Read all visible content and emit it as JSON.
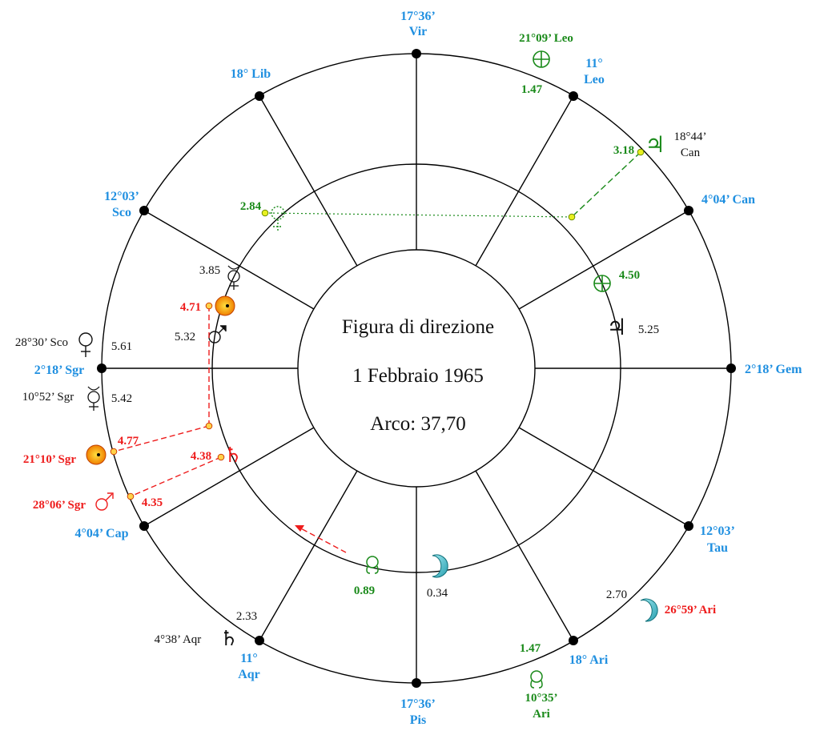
{
  "center": {
    "title": "Figura di direzione",
    "date": "1 Febbraio 1965",
    "arc": "Arco: 37,70"
  },
  "cusps": {
    "c1_deg": "17°36’",
    "c1_sign": "Vir",
    "c2_deg": "11°",
    "c2_sign": "Leo",
    "c3": "4°04’ Can",
    "c4": "2°18’ Gem",
    "c5_deg": "12°03’",
    "c5_sign": "Tau",
    "c6": "18° Ari",
    "c7_deg": "17°36’",
    "c7_sign": "Pis",
    "c8_deg": "11°",
    "c8_sign": "Aqr",
    "c9": "4°04’ Cap",
    "c10": "2°18’ Sgr",
    "c11_deg": "12°03’",
    "c11_sign": "Sco",
    "c12": "18° Lib"
  },
  "green": {
    "pof_top_pos": "21°09’ Leo",
    "pof_top_val": "1.47",
    "jup_val": "3.18",
    "venus_val": "2.84",
    "pof_in_val": "4.50",
    "node_in_val": "0.89",
    "node_out_val": "1.47",
    "node_out_deg": "10°35’",
    "node_out_sign": "Ari"
  },
  "red": {
    "sun_in_val": "4.71",
    "sun_out_val": "4.77",
    "sun_pos": "21°10’ Sgr",
    "sat_in_val": "4.38",
    "mars_pos": "28°06’ Sgr",
    "mars_val": "4.35",
    "moon_pos": "26°59’ Ari"
  },
  "black": {
    "jup_deg": "18°44’",
    "jup_sign": "Can",
    "merc_in_val": "3.85",
    "mars_in_val": "5.32",
    "jup_in_val": "5.25",
    "venus_pos": "28°30’ Sco",
    "venus_val": "5.61",
    "merc_pos": "10°52’ Sgr",
    "merc_val": "5.42",
    "moon_in_val": "0.34",
    "moon_out_val": "2.70",
    "sat_val": "2.33",
    "sat_pos": "4°38’ Aqr"
  },
  "colors": {
    "cusp_label": "#1f8fe0",
    "green": "#1a8a1a",
    "red": "#ee1c1c",
    "yellow_dot": "#e8f020",
    "sun_fill": "#f5b400"
  }
}
